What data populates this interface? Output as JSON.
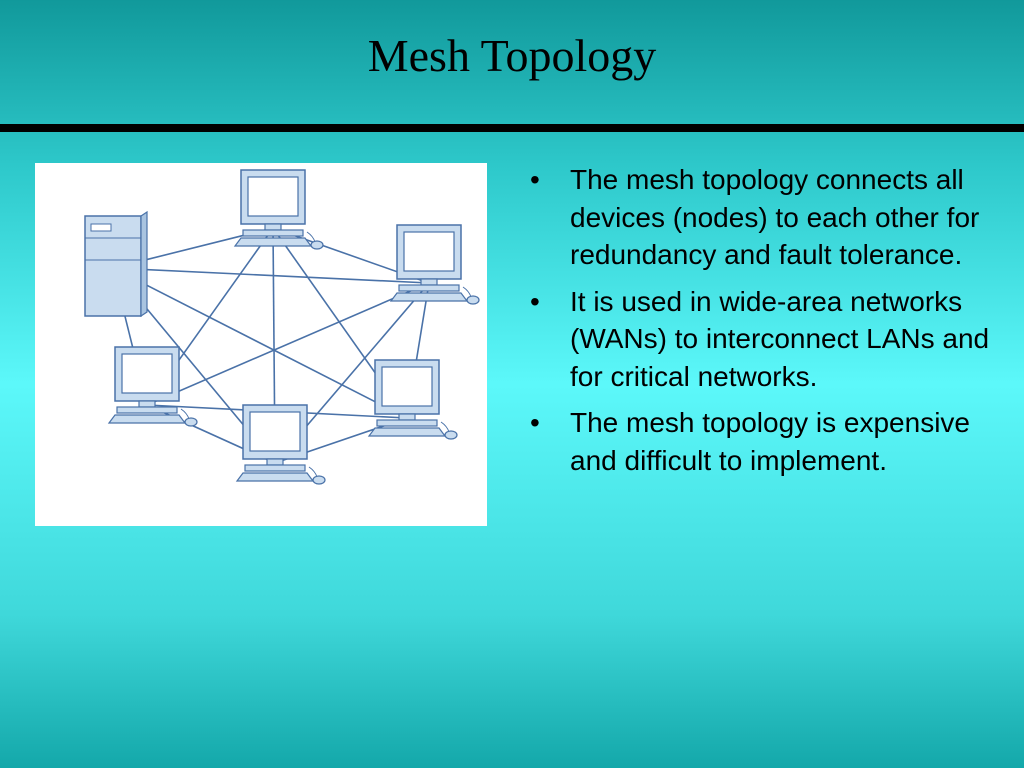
{
  "slide": {
    "title": "Mesh Topology",
    "bullets": [
      "The mesh topology connects all devices (nodes) to each other for redundancy and fault tolerance.",
      "It is used in wide-area networks (WANs) to interconnect LANs and for critical networks.",
      "The mesh topology is expensive and difficult to implement."
    ],
    "bullet_glyph": "•"
  },
  "diagram": {
    "nodes": [
      {
        "id": "server",
        "type": "server-icon"
      },
      {
        "id": "pc-top",
        "type": "computer-icon"
      },
      {
        "id": "pc-right-upper",
        "type": "computer-icon"
      },
      {
        "id": "pc-right-lower",
        "type": "computer-icon"
      },
      {
        "id": "pc-bottom",
        "type": "computer-icon"
      },
      {
        "id": "pc-left",
        "type": "computer-icon"
      }
    ],
    "edges": [
      [
        "server",
        "pc-top"
      ],
      [
        "server",
        "pc-right-upper"
      ],
      [
        "server",
        "pc-right-lower"
      ],
      [
        "server",
        "pc-bottom"
      ],
      [
        "server",
        "pc-left"
      ],
      [
        "pc-top",
        "pc-right-upper"
      ],
      [
        "pc-top",
        "pc-right-lower"
      ],
      [
        "pc-top",
        "pc-bottom"
      ],
      [
        "pc-top",
        "pc-left"
      ],
      [
        "pc-right-upper",
        "pc-right-lower"
      ],
      [
        "pc-right-upper",
        "pc-bottom"
      ],
      [
        "pc-right-upper",
        "pc-left"
      ],
      [
        "pc-right-lower",
        "pc-bottom"
      ],
      [
        "pc-right-lower",
        "pc-left"
      ],
      [
        "pc-bottom",
        "pc-left"
      ]
    ],
    "colors": {
      "line": "#4a72a8",
      "device_fill": "#c9dcef",
      "device_stroke": "#4a72a8",
      "screen": "#ffffff"
    }
  }
}
